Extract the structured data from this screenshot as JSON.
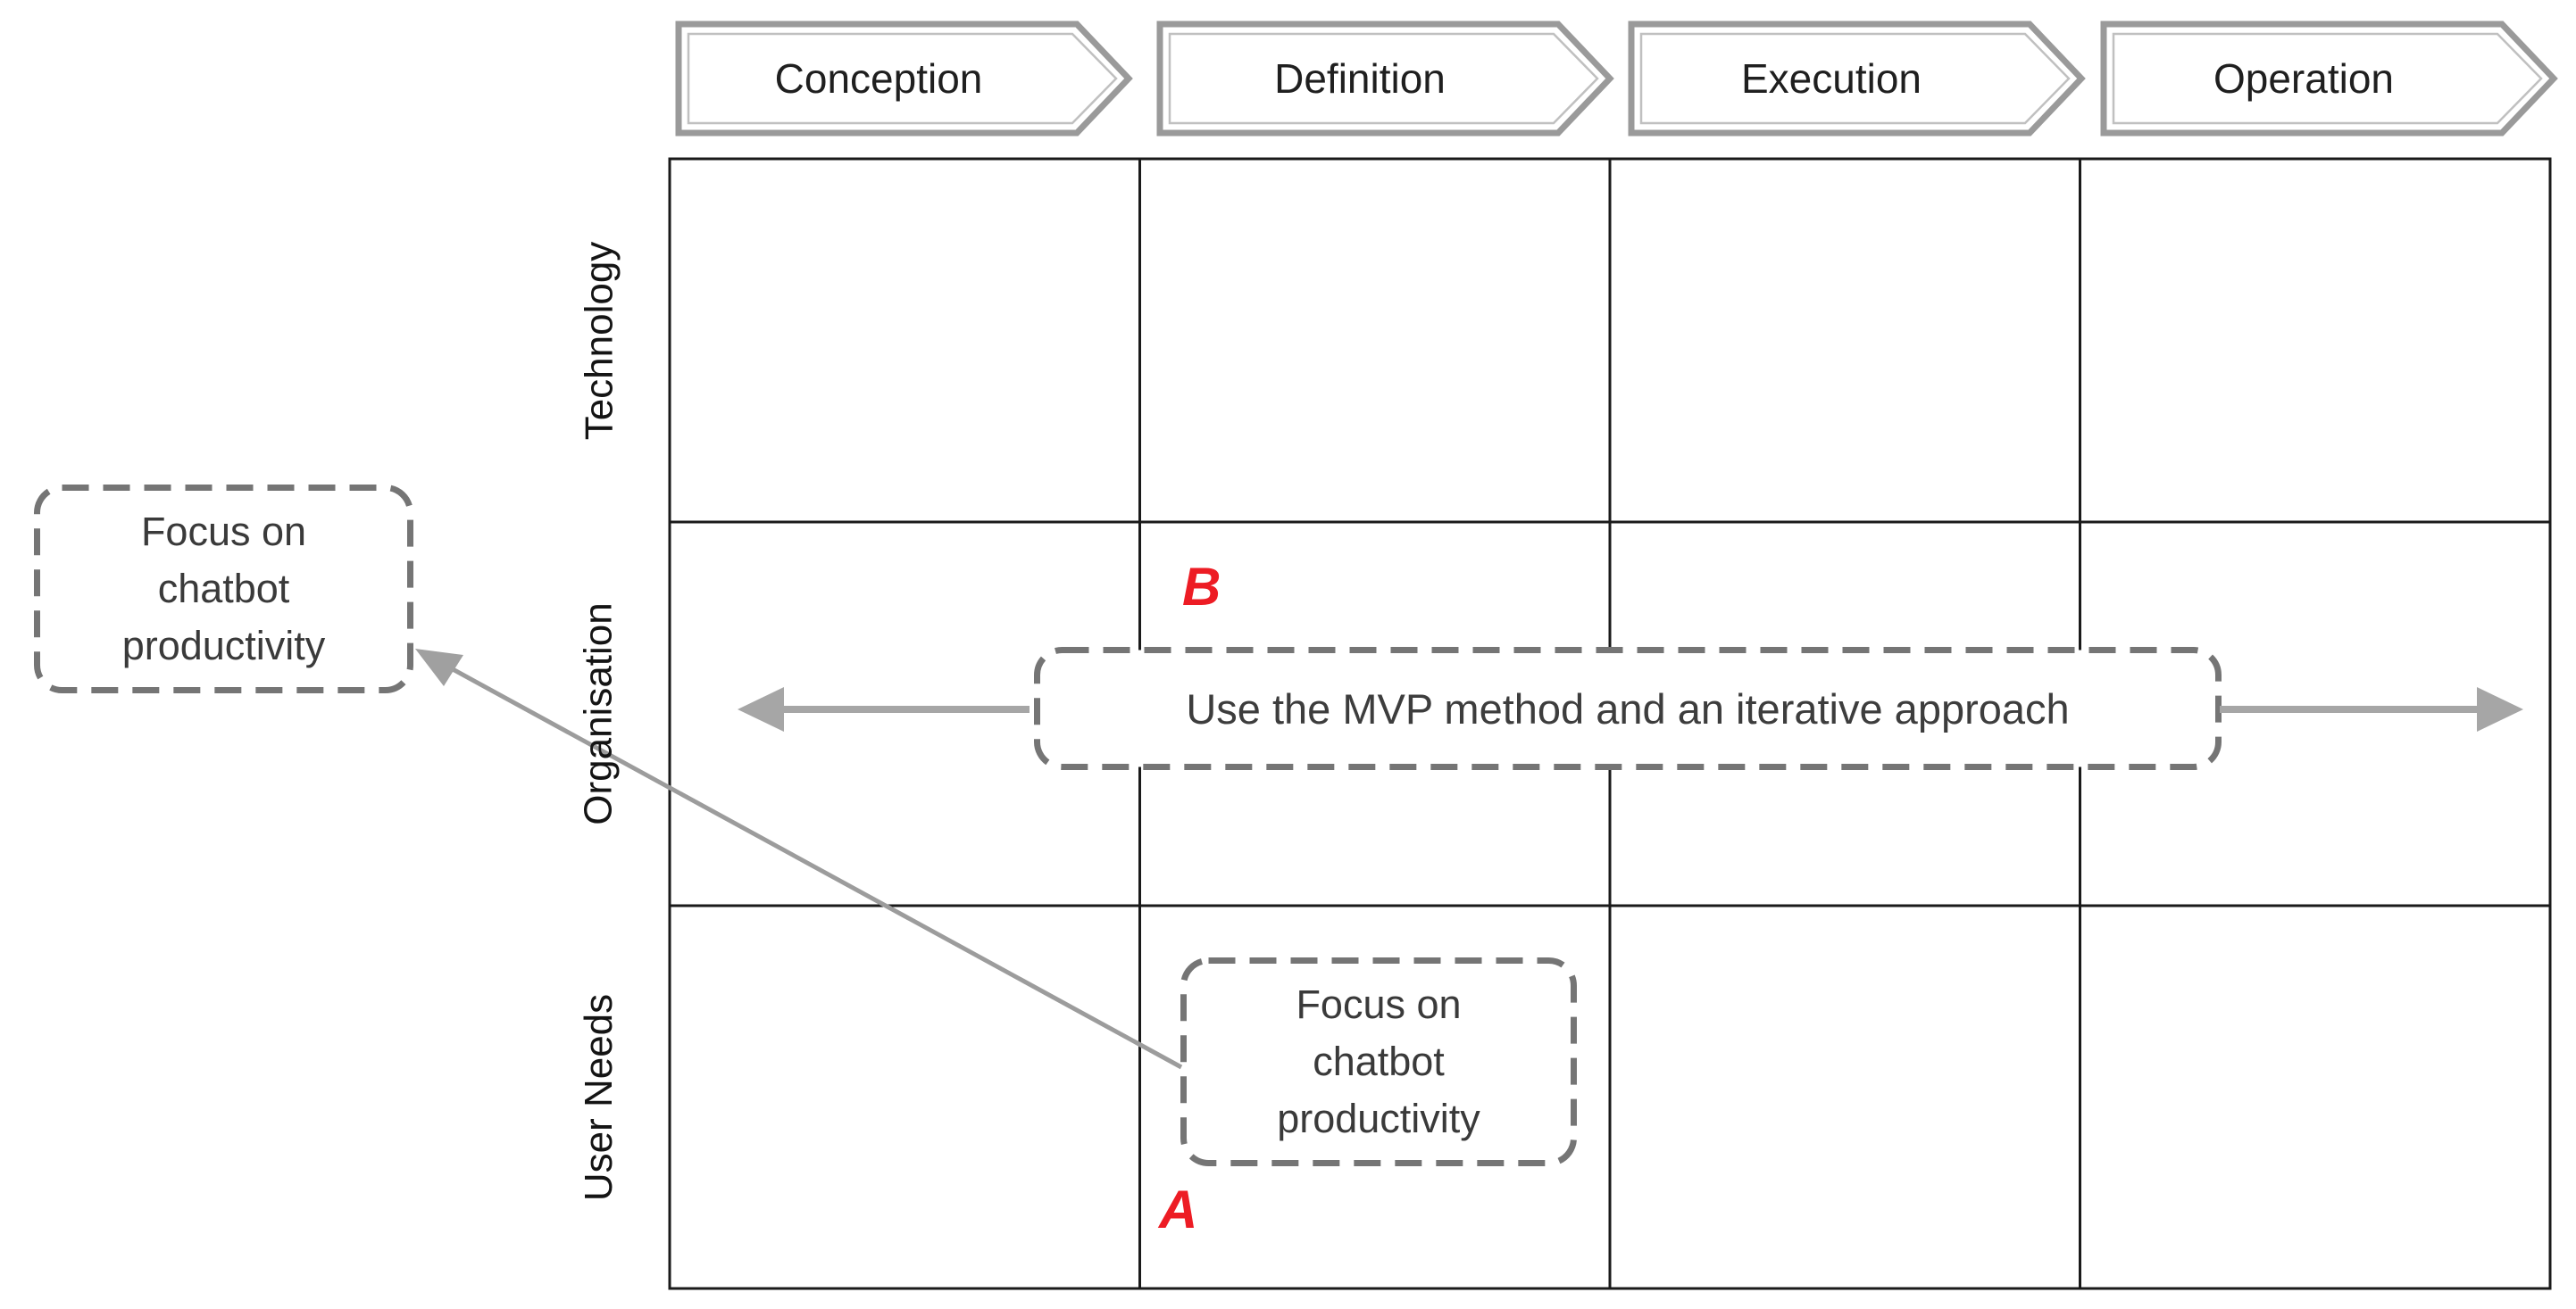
{
  "header": {
    "phases": [
      {
        "label": "Conception"
      },
      {
        "label": "Definition"
      },
      {
        "label": "Execution"
      },
      {
        "label": "Operation"
      }
    ]
  },
  "rows": [
    {
      "label": "Technology"
    },
    {
      "label": "Organisation"
    },
    {
      "label": "User Needs"
    }
  ],
  "notes": {
    "focus_productivity": "Focus on\nchatbot\nproductivity",
    "mvp_method": "Use the MVP method and an iterative approach"
  },
  "markers": {
    "a": "A",
    "b": "B"
  },
  "colors": {
    "marker_red": "#ed1c24",
    "grid_line": "#1a1a1a",
    "chevron_border": "#9a9a9a",
    "dashed_border": "#757575",
    "arrow_gray": "#a6a6a6",
    "connector_gray": "#9c9c9c",
    "text_dark": "#3a3a3a"
  }
}
